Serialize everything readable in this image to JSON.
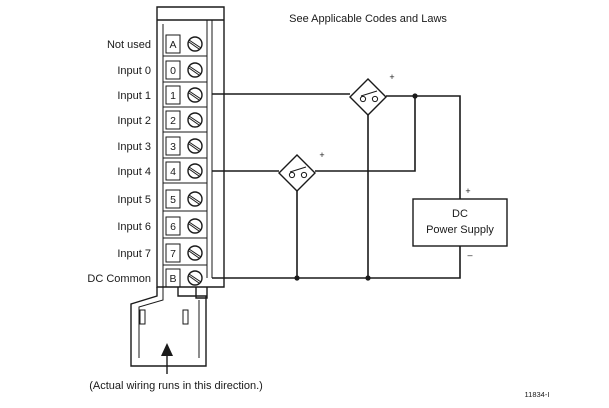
{
  "header_note": "See Applicable Codes and Laws",
  "inputs": [
    {
      "label": "Not used",
      "terminal": "A"
    },
    {
      "label": "Input 0",
      "terminal": "0"
    },
    {
      "label": "Input 1",
      "terminal": "1"
    },
    {
      "label": "Input 2",
      "terminal": "2"
    },
    {
      "label": "Input 3",
      "terminal": "3"
    },
    {
      "label": "Input 4",
      "terminal": "4"
    },
    {
      "label": "Input 5",
      "terminal": "5"
    },
    {
      "label": "Input 6",
      "terminal": "6"
    },
    {
      "label": "Input 7",
      "terminal": "7"
    },
    {
      "label": "DC Common",
      "terminal": "B"
    }
  ],
  "sensors": [
    {
      "polarity": "+"
    },
    {
      "polarity": "+"
    }
  ],
  "power_supply": {
    "line1": "DC",
    "line2": "Power Supply",
    "plus": "+",
    "minus": "–"
  },
  "wiring_note": "(Actual wiring runs in this direction.)",
  "figure_id": "11834-I"
}
